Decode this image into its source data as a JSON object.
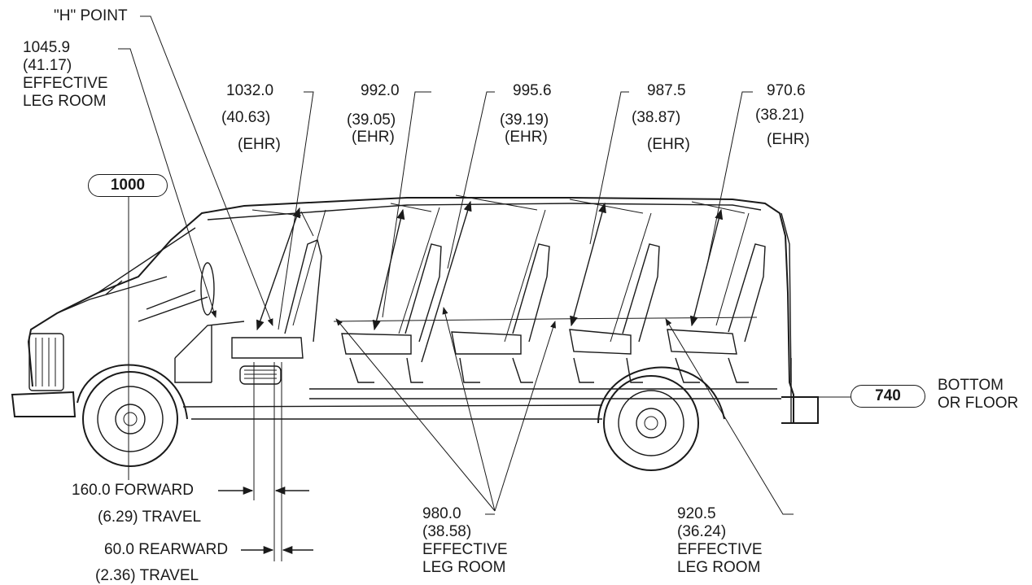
{
  "h_point": {
    "label": "\"H\" POINT"
  },
  "front_leg": {
    "value": "1045.9",
    "inch": "(41.17)",
    "line1": "EFFECTIVE",
    "line2": "LEG ROOM"
  },
  "headroom": [
    {
      "value": "1032.0",
      "inch": "(40.63)",
      "tag": "(EHR)"
    },
    {
      "value": "992.0",
      "inch": "(39.05)",
      "tag": "(EHR)"
    },
    {
      "value": "995.6",
      "inch": "(39.19)",
      "tag": "(EHR)"
    },
    {
      "value": "987.5",
      "inch": "(38.87)",
      "tag": "(EHR)"
    },
    {
      "value": "970.6",
      "inch": "(38.21)",
      "tag": "(EHR)"
    }
  ],
  "ref_1000": "1000",
  "ref_740": "740",
  "floor": {
    "line1": "BOTTOM",
    "line2": "OR FLOOR"
  },
  "forward": {
    "value": "160.0 FORWARD",
    "inch": "(6.29) TRAVEL"
  },
  "rearward": {
    "value": "60.0 REARWARD",
    "inch": "(2.36) TRAVEL"
  },
  "mid_leg": {
    "value": "980.0",
    "inch": "(38.58)",
    "line1": "EFFECTIVE",
    "line2": "LEG ROOM"
  },
  "rear_leg": {
    "value": "920.5",
    "inch": "(36.24)",
    "line1": "EFFECTIVE",
    "line2": "LEG ROOM"
  }
}
